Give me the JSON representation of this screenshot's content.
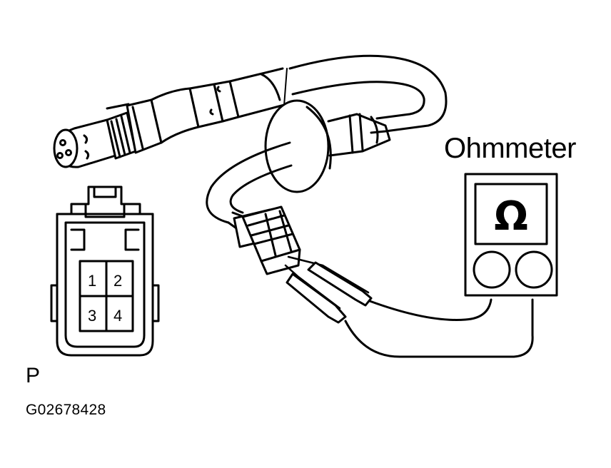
{
  "labels": {
    "meter_title": "Ohmmeter",
    "view_letter": "P",
    "figure_code": "G02678428"
  },
  "connector": {
    "pins": [
      "1",
      "2",
      "3",
      "4"
    ]
  },
  "meter": {
    "symbol": "Ω"
  },
  "icons": {
    "sensor": "oxygen-sensor-icon",
    "connector": "connector-face-icon",
    "meter": "ohmmeter-icon",
    "probe": "test-probe-icon"
  },
  "colors": {
    "line": "#000000",
    "background": "#ffffff"
  }
}
